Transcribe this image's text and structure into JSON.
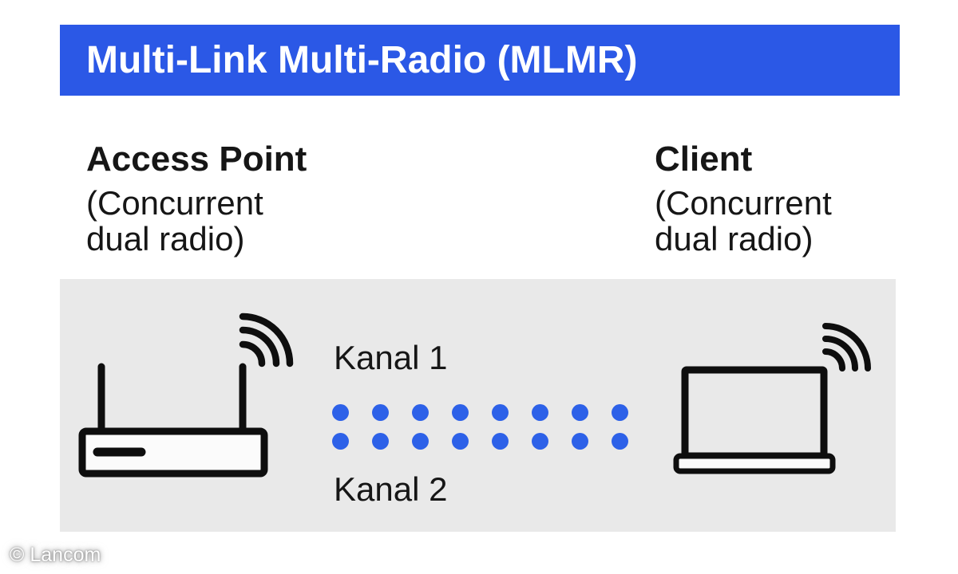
{
  "page": {
    "credit": "© Lancom",
    "background": "#ffffff"
  },
  "header": {
    "title": "Multi-Link Multi-Radio (MLMR)",
    "bg": "#2b58e6",
    "text_color": "#ffffff"
  },
  "access_point": {
    "title": "Access Point",
    "subtitle_line1": "(Concurrent",
    "subtitle_line2": "dual radio)"
  },
  "client": {
    "title": "Client",
    "subtitle_line1": "(Concurrent",
    "subtitle_line2": "dual radio)"
  },
  "diagram": {
    "bg": "#e9e9e9",
    "channel1_label": "Kanal 1",
    "channel2_label": "Kanal 2",
    "dot_color": "#2d61e8",
    "dots_per_row": 8,
    "rows": 2,
    "icon_color": "#0e0e0e",
    "left_icon": "wireless-router-icon",
    "right_icon": "laptop-wifi-icon"
  }
}
